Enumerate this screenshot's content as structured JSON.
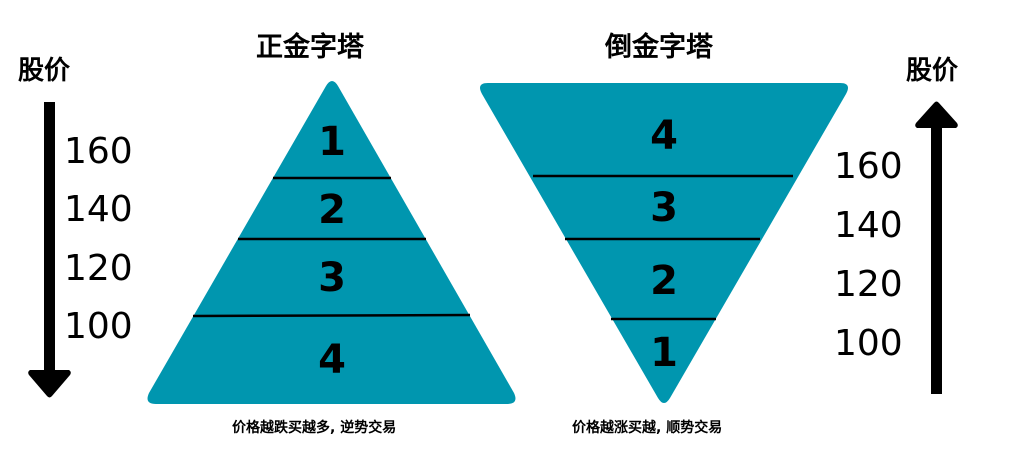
{
  "colors": {
    "pyramid_fill": "#0096AF",
    "lines": "#000000",
    "background": "#FFFFFF"
  },
  "left_axis": {
    "title": "股价",
    "direction": "down",
    "icon": "arrow-down-icon",
    "prices": [
      "160",
      "140",
      "120",
      "100"
    ]
  },
  "right_axis": {
    "title": "股价",
    "direction": "up",
    "icon": "arrow-up-icon",
    "prices": [
      "160",
      "140",
      "120",
      "100"
    ]
  },
  "pyramid": {
    "title": "正金字塔",
    "tiers": [
      "1",
      "2",
      "3",
      "4"
    ],
    "caption": "价格越跌买越多, 逆势交易"
  },
  "inverted_pyramid": {
    "title": "倒金字塔",
    "tiers": [
      "4",
      "3",
      "2",
      "1"
    ],
    "caption": "价格越涨买越, 顺势交易"
  }
}
